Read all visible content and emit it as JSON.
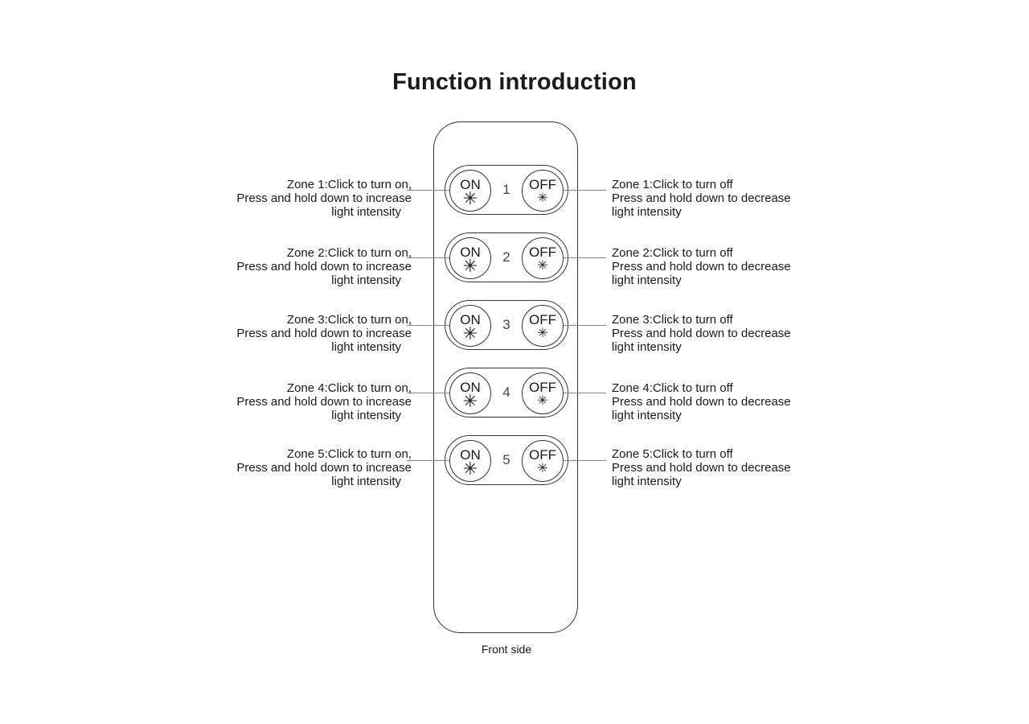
{
  "title": "Function introduction",
  "caption": "Front side",
  "zones": [
    {
      "number": "1",
      "on_label": "ON",
      "off_label": "OFF",
      "left_text": [
        "Zone 1:Click to turn on,",
        "Press and hold down to increase",
        "light intensity"
      ],
      "right_text": [
        "Zone 1:Click to turn off",
        "Press and hold down to decrease",
        "light intensity"
      ]
    },
    {
      "number": "2",
      "on_label": "ON",
      "off_label": "OFF",
      "left_text": [
        "Zone 2:Click to turn on,",
        "Press and hold down to increase",
        "light intensity"
      ],
      "right_text": [
        "Zone 2:Click to turn off",
        "Press and hold down to decrease",
        "light intensity"
      ]
    },
    {
      "number": "3",
      "on_label": "ON",
      "off_label": "OFF",
      "left_text": [
        "Zone 3:Click to turn on,",
        "Press and hold down to increase",
        "light intensity"
      ],
      "right_text": [
        "Zone 3:Click to turn off",
        "Press and hold down to decrease",
        "light intensity"
      ]
    },
    {
      "number": "4",
      "on_label": "ON",
      "off_label": "OFF",
      "left_text": [
        "Zone 4:Click to turn on,",
        "Press and hold down to increase",
        "light intensity"
      ],
      "right_text": [
        "Zone 4:Click to turn off",
        "Press and hold down to decrease",
        "light intensity"
      ]
    },
    {
      "number": "5",
      "on_label": "ON",
      "off_label": "OFF",
      "left_text": [
        "Zone 5:Click to turn on,",
        "Press and hold down to increase",
        "light intensity"
      ],
      "right_text": [
        "Zone 5:Click to turn off",
        "Press and hold down to decrease",
        "light intensity"
      ]
    }
  ],
  "icons": {
    "on_icon": "asterisk-icon",
    "off_icon": "small-asterisk-icon"
  },
  "colors": {
    "ink": "#1a1a1a",
    "outline": "#333333",
    "leader_line": "#888888"
  }
}
